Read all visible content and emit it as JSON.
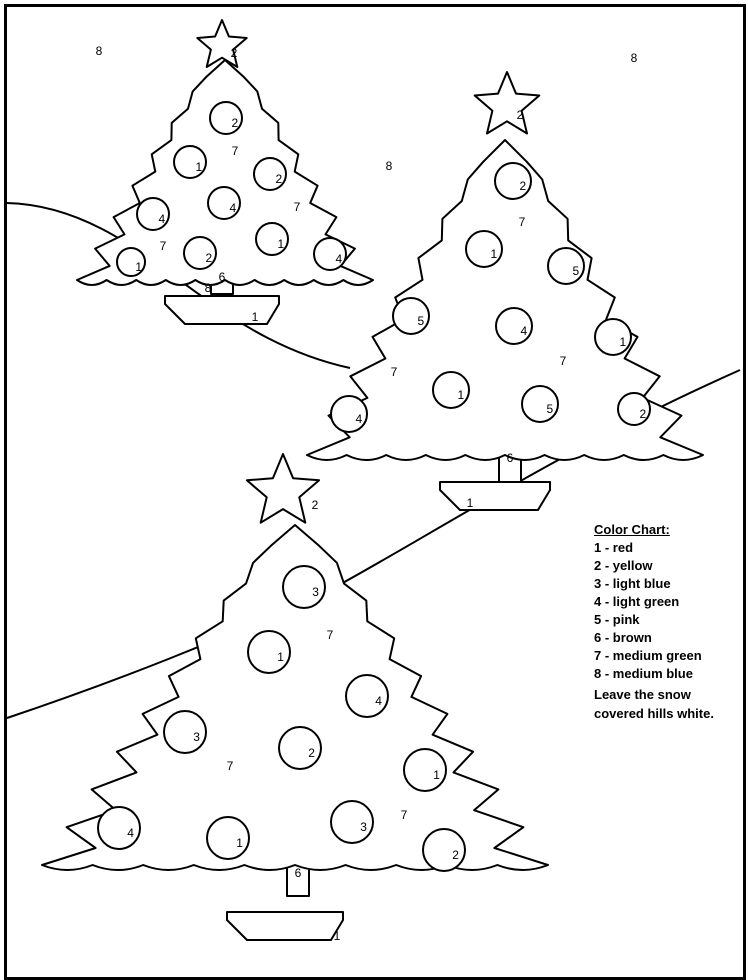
{
  "sky_labels": [
    "8",
    "8",
    "8"
  ],
  "tree_left": {
    "star": "2",
    "ornaments": [
      "2",
      "1",
      "2",
      "4",
      "4",
      "1",
      "2",
      "4",
      "1"
    ],
    "foliage": [
      "7",
      "7",
      "7"
    ],
    "trunk": "6",
    "extra": "8",
    "pot": "1"
  },
  "tree_right": {
    "star": "2",
    "ornaments": [
      "2",
      "1",
      "5",
      "5",
      "4",
      "1",
      "1",
      "5",
      "4",
      "2"
    ],
    "foliage": [
      "7",
      "7",
      "7"
    ],
    "trunk": "6",
    "pot": "1"
  },
  "tree_front": {
    "star": "2",
    "ornaments": [
      "3",
      "1",
      "4",
      "3",
      "2",
      "1",
      "4",
      "1",
      "3",
      "2"
    ],
    "foliage": [
      "7",
      "7",
      "7"
    ],
    "trunk": "6",
    "pot": "1"
  },
  "color_chart": {
    "title": "Color Chart:",
    "items": [
      "1 - red",
      "2 - yellow",
      "3 - light blue",
      "4 - light green",
      "5 - pink",
      "6 - brown",
      "7 - medium green",
      "8 - medium blue"
    ],
    "note_line1": "Leave the snow",
    "note_line2": "covered hills white."
  }
}
